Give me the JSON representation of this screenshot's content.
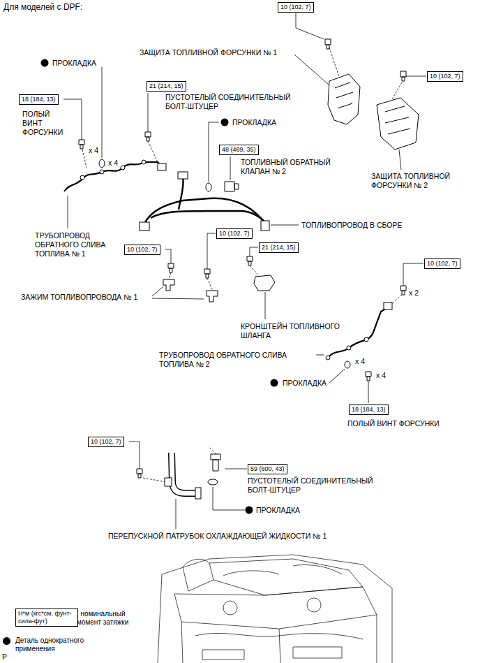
{
  "diagram": {
    "title": "Для моделей с DPF:",
    "nodes": [
      {
        "text": [
          "10 (102, 7)"
        ]
      },
      {
        "text": [
          "10 (102, 7)"
        ]
      },
      {
        "text": [
          "21 (214, 15)"
        ]
      },
      {
        "text": [
          "18 (184, 13)"
        ]
      },
      {
        "text": [
          "48 (489, 35)"
        ]
      },
      {
        "text": [
          "10 (102, 7)"
        ]
      },
      {
        "text": [
          "21 (214, 15)"
        ]
      },
      {
        "text": [
          "10 (102, 7)"
        ]
      },
      {
        "text": [
          "10 (102, 7)"
        ]
      },
      {
        "text": [
          "18 (184, 13)"
        ]
      },
      {
        "text": [
          "10 (102, 7)"
        ]
      },
      {
        "text": [
          "59 (600, 43)"
        ]
      },
      {
        "text": [
          "Н*м (кгс*см, фунт-сила-фут)"
        ]
      }
    ],
    "labels": [
      "ЗАЩИТА ТОПЛИВНОЙ ФОРСУНКИ № 1",
      "ПРОКЛАДКА",
      "ПОЛЫЙ ВИНТ ФОРСУНКИ",
      "ПУСТОТЕЛЫЙ СОЕДИНИТЕЛЬНЫЙ БОЛТ-ШТУЦЕР",
      "ПРОКЛАДКА",
      "x 4",
      "x 4",
      "ТОПЛИВНЫЙ ОБРАТНЫЙ КЛАПАН № 2",
      "ЗАЩИТА ТОПЛИВНОЙ ФОРСУНКИ № 2",
      "ТОПЛИВОПРОВОД В СБОРЕ",
      "ТРУБОПРОВОД ОБРАТНОГО СЛИВА ТОПЛИВА № 1",
      "ЗАЖИМ ТОПЛИВОПРОВОДА № 1",
      "x 2",
      "КРОНШТЕЙН ТОПЛИВНОГО ШЛАНГА",
      "ТРУБОПРОВОД ОБРАТНОГО СЛИВА ТОПЛИВА № 2",
      "x 4",
      "x 4",
      "ПРОКЛАДКА",
      "ПОЛЫЙ ВИНТ ФОРСУНКИ",
      "ПУСТОТЕЛЫЙ СОЕДИНИТЕЛЬНЫЙ БОЛТ-ШТУЦЕР",
      "ПРОКЛАДКА",
      "ПЕРЕПУСКНОЙ ПАТРУБОК ОХЛАЖДАЮЩЕЙ ЖИДКОСТИ № 1",
      "P"
    ],
    "legend": [
      {
        "text": ": номинальный момент затяжки"
      },
      {
        "text": "Деталь однократного применения",
        "color": "#000000"
      }
    ]
  }
}
